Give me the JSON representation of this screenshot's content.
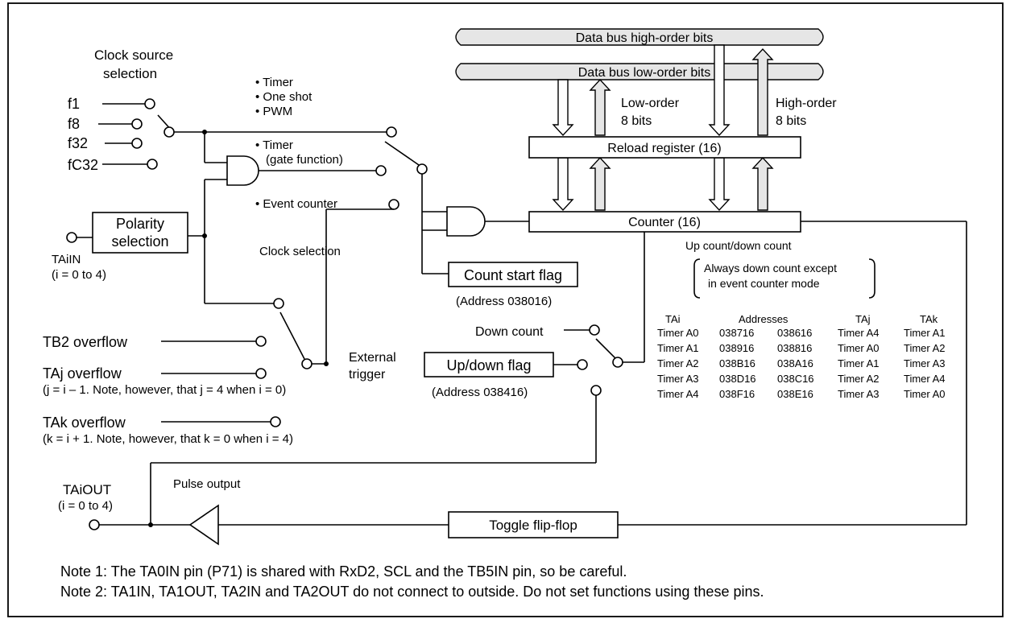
{
  "clock": {
    "title_line1": "Clock source",
    "title_line2": "selection",
    "f1": "f1",
    "f8": "f8",
    "f32": "f32",
    "fc32": "fC32"
  },
  "modes": {
    "timer": "• Timer",
    "one_shot": "• One shot",
    "pwm": "• PWM",
    "timer_gate_l1": "• Timer",
    "timer_gate_l2": "(gate function)",
    "event_counter": "• Event counter",
    "clock_selection": "Clock selection"
  },
  "polarity": {
    "l1": "Polarity",
    "l2": "selection"
  },
  "tain": {
    "label": "TAiIN",
    "range": "(i = 0 to 4)"
  },
  "triggers": {
    "tb2": "TB2 overflow",
    "taj": "TAj overflow",
    "taj_note": "(j = i – 1. Note, however, that j = 4 when i = 0)",
    "tak": "TAk overflow",
    "tak_note": "(k = i + 1. Note, however, that k = 0 when i = 4)",
    "ext_l1": "External",
    "ext_l2": "trigger"
  },
  "bus": {
    "high": "Data bus high-order bits",
    "low": "Data bus low-order bits"
  },
  "reg": {
    "low_l1": "Low-order",
    "low_l2": "8 bits",
    "high_l1": "High-order",
    "high_l2": "8 bits",
    "reload": "Reload register (16)",
    "counter": "Counter (16)"
  },
  "updown": {
    "label": "Up count/down count",
    "note_l1": "Always down count except",
    "note_l2": "in event counter mode",
    "down_count": "Down count",
    "flag": "Up/down flag",
    "flag_addr": "(Address 038416)"
  },
  "start": {
    "flag": "Count start flag",
    "addr": "(Address 038016)"
  },
  "table": {
    "headers": [
      "TAi",
      "Addresses",
      "TAj",
      "TAk"
    ],
    "rows": [
      [
        "Timer A0",
        "038716",
        "038616",
        "Timer A4",
        "Timer A1"
      ],
      [
        "Timer A1",
        "038916",
        "038816",
        "Timer A0",
        "Timer A2"
      ],
      [
        "Timer A2",
        "038B16",
        "038A16",
        "Timer A1",
        "Timer A3"
      ],
      [
        "Timer A3",
        "038D16",
        "038C16",
        "Timer A2",
        "Timer A4"
      ],
      [
        "Timer A4",
        "038F16",
        "038E16",
        "Timer A3",
        "Timer A0"
      ]
    ]
  },
  "output": {
    "taiout": "TAiOUT",
    "range": "(i = 0 to 4)",
    "pulse": "Pulse output",
    "toggle": "Toggle flip-flop"
  },
  "notes": {
    "n1": "Note 1: The TA0IN pin (P71) is shared with RxD2, SCL and the TB5IN pin, so be careful.",
    "n2": "Note 2: TA1IN, TA1OUT, TA2IN and TA2OUT do not connect to outside. Do not set functions using these pins."
  }
}
